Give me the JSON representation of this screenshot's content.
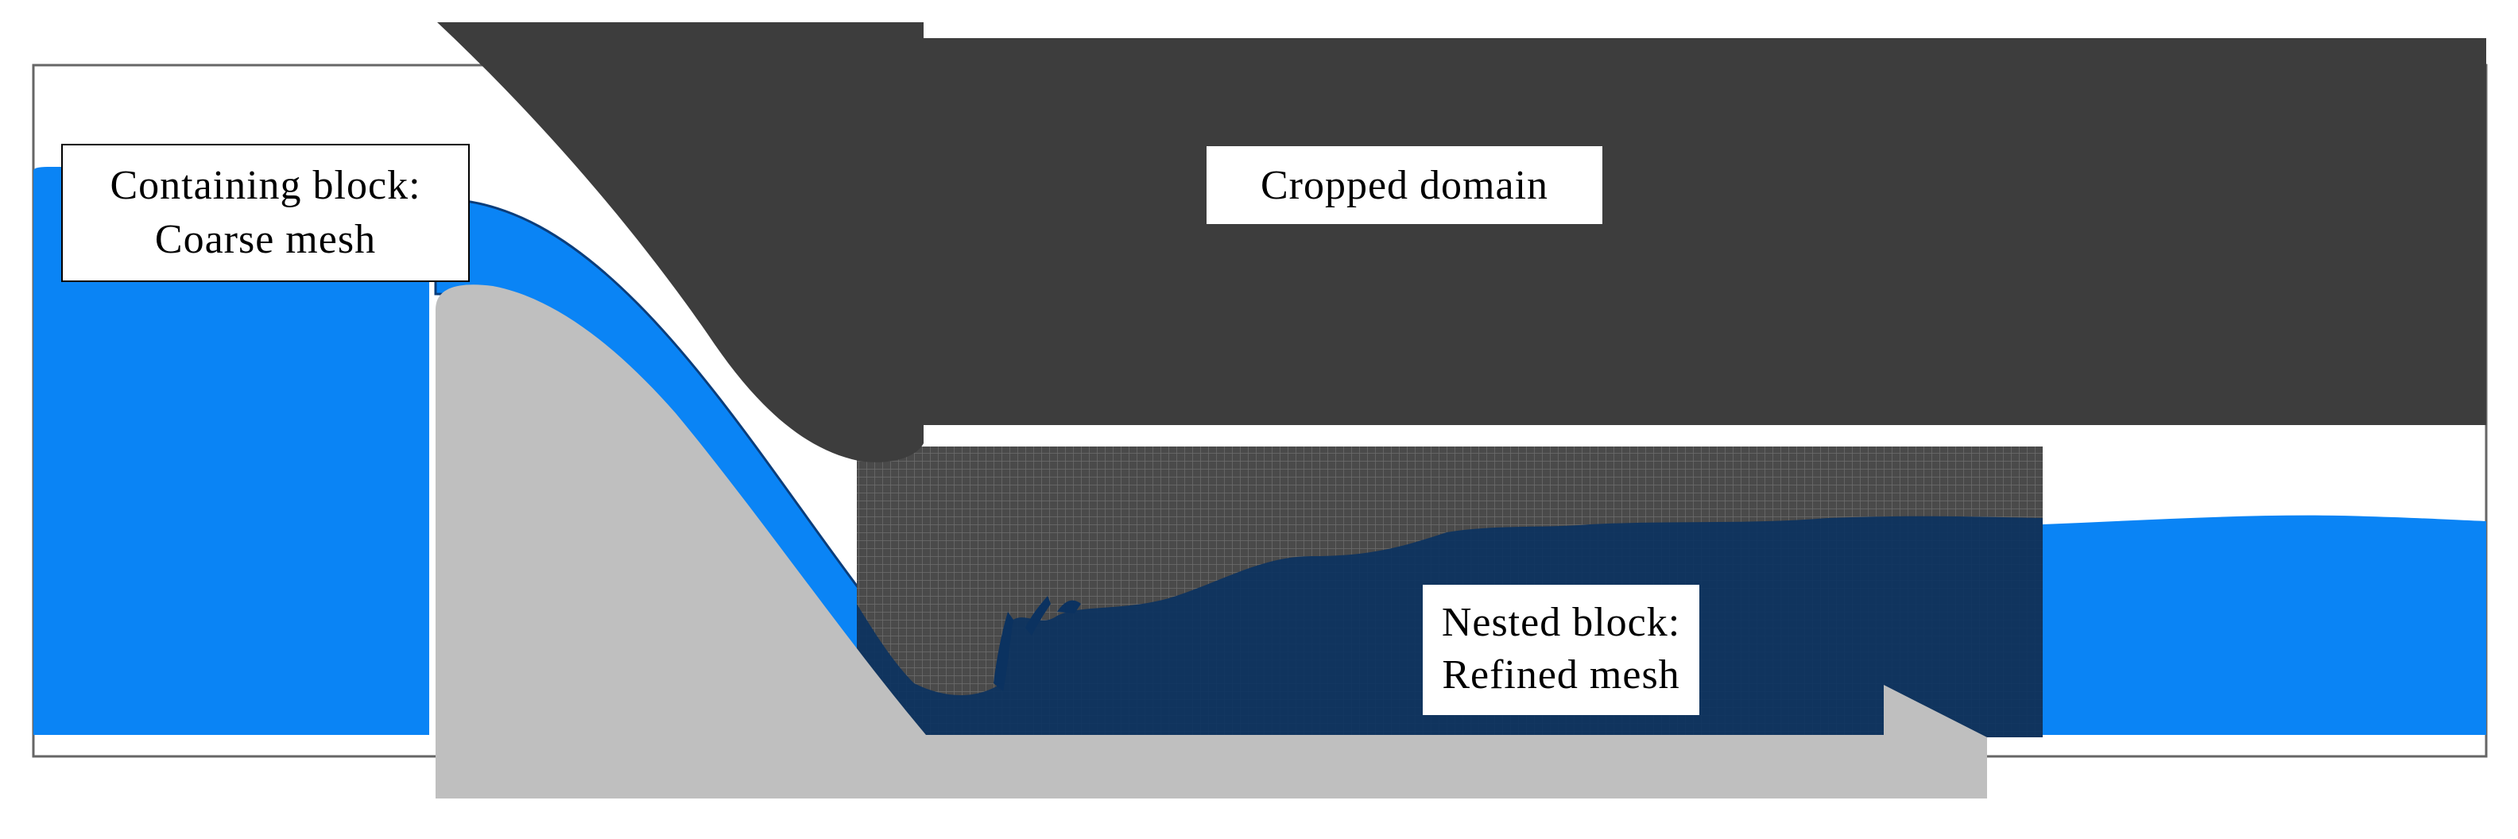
{
  "labels": {
    "containing_block_line1": "Containing block:",
    "containing_block_line2": "Coarse mesh",
    "cropped_domain": "Cropped domain",
    "nested_block_line1": "Nested block:",
    "nested_block_line2": "Refined mesh"
  },
  "colors": {
    "water": "#0a84f5",
    "water_edge": "#0b3d7a",
    "dam": "#bfbfbf",
    "cropped_domain": "#3d3d3d",
    "refined_mesh_bg": "#4a4a4a",
    "refined_mesh_lines": "#6a6a6a",
    "water_in_nested": "#0b3260",
    "domain_border": "#666666",
    "label_bg": "#ffffff",
    "label_border": "#000000"
  }
}
